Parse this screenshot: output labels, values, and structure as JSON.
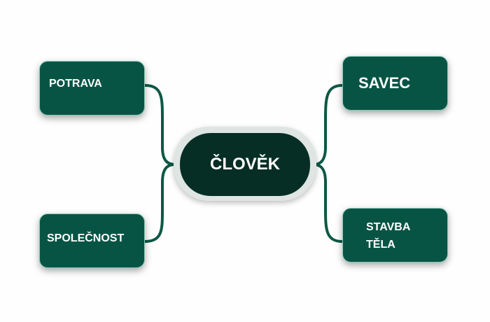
{
  "center": {
    "label": "ČLOVĚK"
  },
  "nodes": {
    "potrava": "POTRAVA",
    "spolecnost": "SPOLEČNOST",
    "savec": "SAVEC",
    "stavba_line1": "STAVBA",
    "stavba_line2": "TĚLA"
  },
  "colors": {
    "node": "#075445",
    "center": "#062e24",
    "connector": "#0c5845"
  }
}
